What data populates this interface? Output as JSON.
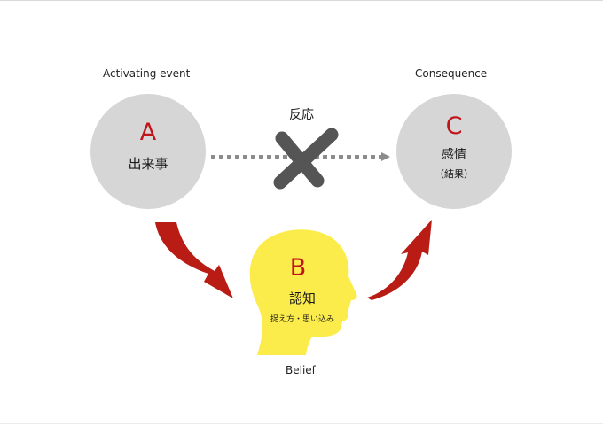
{
  "diagram": {
    "event_a": {
      "caption": "Activating event",
      "letter": "A",
      "title": "出来事"
    },
    "event_c": {
      "caption": "Consequence",
      "letter": "C",
      "title": "感情",
      "subtitle": "（結果）"
    },
    "reaction_label": "反応",
    "belief": {
      "letter": "B",
      "title": "認知",
      "subtitle": "捉え方・思い込み",
      "caption": "Belief"
    },
    "colors": {
      "circle": "#d6d6d6",
      "head": "#fcec4b",
      "arrow": "#b81c14",
      "letter": "#c0141a",
      "cross": "#555555",
      "dotted": "#8c8c8c"
    }
  }
}
